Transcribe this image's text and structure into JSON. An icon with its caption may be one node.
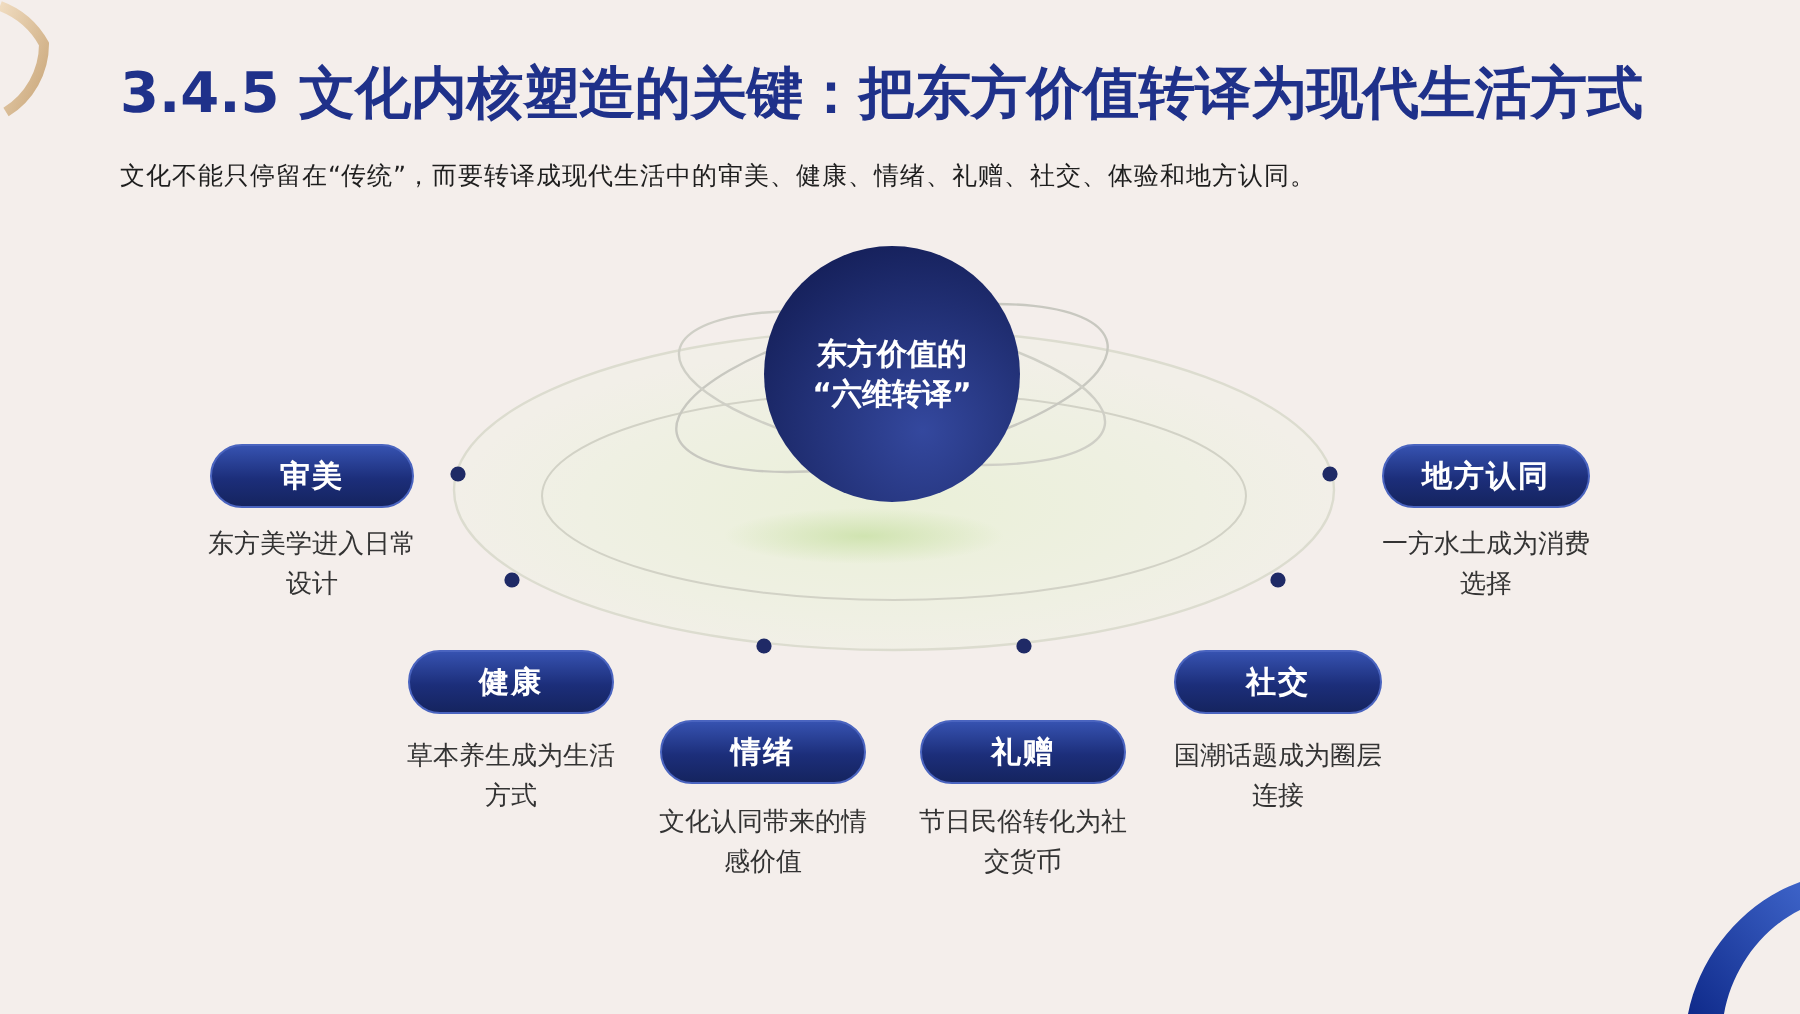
{
  "diagram": {
    "title": "3.4.5 文化内核塑造的关键：把东方价值转译为现代生活方式",
    "nodes": [
      {
        "text": [
          "东方价值的“六维转译”"
        ]
      },
      {
        "text": [
          "审美"
        ],
        "beside": [
          "东方美学进入日常设计"
        ]
      },
      {
        "text": [
          "健康"
        ],
        "beside": [
          "草本养生成为生活方式"
        ]
      },
      {
        "text": [
          "情绪"
        ],
        "beside": [
          "文化认同带来的情感价值"
        ]
      },
      {
        "text": [
          "礼赠"
        ],
        "beside": [
          "节日民俗转化为社交货币"
        ]
      },
      {
        "text": [
          "社交"
        ],
        "beside": [
          "国潮话题成为圈层连接"
        ]
      },
      {
        "text": [
          "地方认同"
        ],
        "beside": [
          "一方水土成为消费选择"
        ]
      }
    ],
    "labels": [
      "文化不能只停留在“传统”，而要转译成现代生活中的审美、健康、情绪、礼赠、社交、体验和地方认同。"
    ]
  }
}
